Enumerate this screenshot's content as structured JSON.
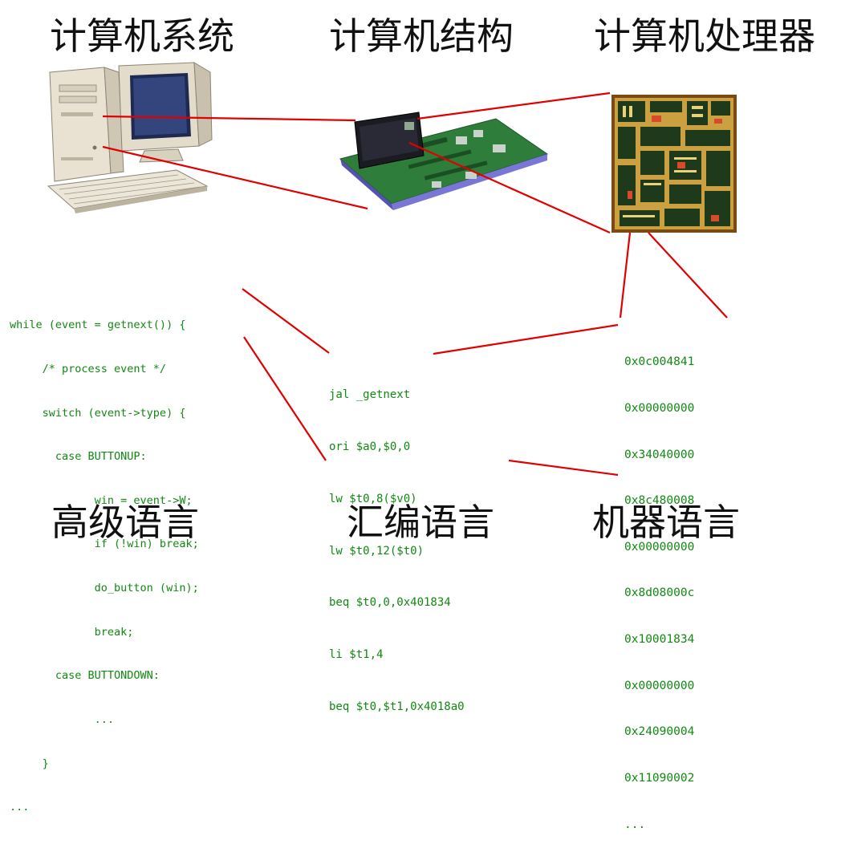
{
  "titles": {
    "computer_system": "计算机系统",
    "computer_structure": "计算机结构",
    "computer_processor": "计算机处理器",
    "high_level_language": "高级语言",
    "assembly_language": "汇编语言",
    "machine_language": "机器语言"
  },
  "high_level_code": [
    "while (event = getnext()) {",
    "     /* process event */",
    "     switch (event->type) {",
    "       case BUTTONUP:",
    "             win = event->W;",
    "             if (!win) break;",
    "             do_button (win);",
    "             break;",
    "       case BUTTONDOWN:",
    "             ...",
    "     }",
    "..."
  ],
  "assembly_code": [
    "jal _getnext",
    "ori $a0,$0,0",
    "lw $t0,8($v0)",
    "lw $t0,12($t0)",
    "beq $t0,0,0x401834",
    "li $t1,4",
    "beq $t0,$t1,0x4018a0"
  ],
  "machine_code": [
    "0x0c004841",
    "0x00000000",
    "0x34040000",
    "0x8c480008",
    "0x00000000",
    "0x8d08000c",
    "0x10001834",
    "0x00000000",
    "0x24090004",
    "0x11090002",
    "..."
  ],
  "colors": {
    "connector": "#e00000",
    "code_text": "#118811",
    "title_text": "#111111"
  },
  "icons": [
    "desktop-computer-icon",
    "motherboard-icon",
    "cpu-die-icon"
  ]
}
